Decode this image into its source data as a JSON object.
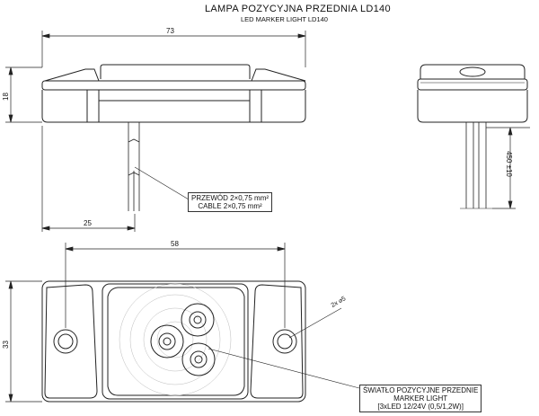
{
  "title": "LAMPA POZYCYJNA PRZEDNIA LD140",
  "subtitle": "LED MARKER LIGHT LD140",
  "dimensions": {
    "overall_length": "73",
    "height": "18",
    "cable_offset": "25",
    "hole_spacing": "58",
    "width": "33",
    "cable_length": "450 ±10",
    "holes": "2x ⌀5"
  },
  "callouts": {
    "cable_line1": "PRZEWÓD 2×0,75 mm²",
    "cable_line2": "CABLE 2×0,75 mm²",
    "light_line1": "ŚWIATŁO POZYCYJNE PRZEDNIE",
    "light_line2": "MARKER LIGHT",
    "light_line3": "[3xLED 12/24V (0,5/1,2W)]"
  }
}
